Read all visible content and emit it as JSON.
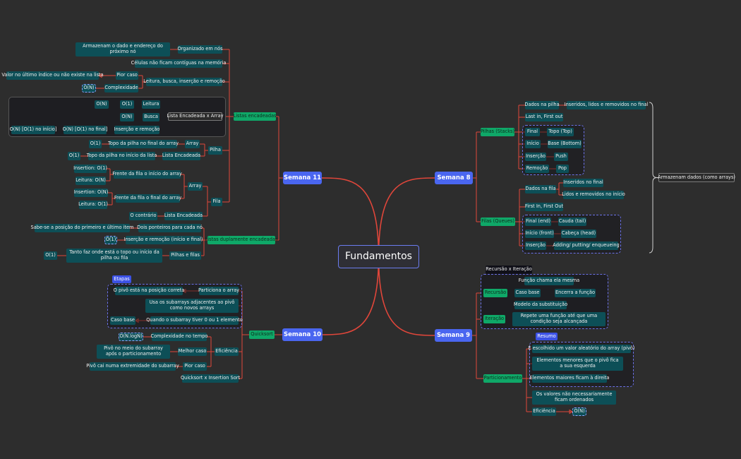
{
  "root": "Fundamentos",
  "s11": {
    "label": "Semana 11",
    "listas": "Listas encadeadas",
    "organizado": "Organizado em nós",
    "armazenam_dado": "Armazenam o dado e endereço do próximo nó",
    "celulas": "Células não ficam contíguas na memória",
    "leitura_busca": "Leitura, busca, inserção e remoção",
    "pior_caso": "Pior caso",
    "valor_ultimo": "Valor no último índice ou não existe na lista",
    "complexidade": "Complexidade",
    "on": "O(N)",
    "lista_vs_array": "Lista Encadeada x Array",
    "leitura": "Leitura",
    "busca": "Busca",
    "insercao_remocao": "Inserção e remoção",
    "o1": "O(1)",
    "on_busca": "O(N)",
    "on_l": "O(N)",
    "on_o1_inicio": "O(N) [O(1) no início]",
    "on_o1_final": "O(N) [O(1) no final]",
    "pilha": "Pilha",
    "array_p": "Array",
    "topo_final": "Topo da pilha no final do array",
    "o1_p1": "O(1)",
    "lista_enc_p": "Lista Encadeada",
    "topo_inicio": "Topo da pilha no início da lista",
    "o1_p2": "O(1)",
    "fila": "Fila",
    "array_f": "Array",
    "frente_inicio": "Frente da fila o início do array",
    "ins_o1": "Insertion: O(1)",
    "leit_on": "Leitura: O(N)",
    "frente_final": "Frente da fila o final do array",
    "ins_on": "Insertion: O(N)",
    "leit_o1": "Leitura: O(1)",
    "lista_enc_f": "Lista Encadeada",
    "o_contrario": "O contrário",
    "duplamente": "Listas duplamente encadeadas",
    "dois_ponteiros": "Dois ponteiros para cada nó",
    "sabe_se": "Sabe-se a posição do primeiro e último item",
    "ins_rem_ini_fin": "Inserção e remoção (início e final)",
    "o1_d": "O(1)",
    "pilhas_filas": "Pilhas e filas",
    "tanto_faz": "Tanto faz onde está o topo ou início da pilha ou fila",
    "o1_d2": "O(1)"
  },
  "s10": {
    "label": "Semana 10",
    "quicksort": "Quicksort",
    "etapas": "Etapas",
    "particiona": "Particiona o array",
    "pivo_pos": "O pivô está na posição correta",
    "usa_subarrays": "Usa os subarrays adjacentes ao pivô como novos arrays",
    "quando_subarray": "Quando o subarray tiver 0 ou 1 elemento",
    "caso_base": "Caso base",
    "eficiencia": "Eficiência",
    "complex_tempo": "Complexidade no tempo",
    "onlogn": "O(N.logN)",
    "melhor_caso": "Melhor caso",
    "pivo_meio": "Pivô no meio do subarray após o particionamento",
    "pior_caso": "Pior caso",
    "pivo_extremidade": "Pivô cai numa extremidade do subarray",
    "qs_vs_is": "Quicksort x Insertion Sort"
  },
  "s8": {
    "label": "Semana 8",
    "pilhas": "Pilhas (Stacks)",
    "dados_pilha": "Dados na pilha",
    "inseridos_lidos": "Inseridos, lidos e removidos no final",
    "lifo": "Last in, First out",
    "final": "Final",
    "topo_top": "Topo (Top)",
    "inicio": "Início",
    "base_bottom": "Base (Bottom)",
    "insercao": "Inserção",
    "push": "Push",
    "remocao": "Remoção",
    "pop": "Pop",
    "filas": "Filas (Queues)",
    "dados_fila": "Dados na fila",
    "inseridos_final": "Inseridos no final",
    "lidos_removidos": "Lidos e removidos no início",
    "fifo": "First In, First Out",
    "final_end": "Final (end)",
    "cauda": "Cauda (tail)",
    "inicio_front": "Início (front)",
    "cabeca": "Cabeça (head)",
    "insercao_f": "Inserção",
    "adding": "Adding/ putting/ enqueueing",
    "armazenam_dados": "Armazenam dados (como arrays)"
  },
  "s9": {
    "label": "Semana 9",
    "recursao_iteracao": "Recursão x Iteração",
    "recursao": "Recursão",
    "funcao_chama": "Função chama ela mesma",
    "caso_base": "Caso base",
    "encerra": "Encerra a função",
    "modelo_subst": "Modelo da substituição",
    "iteracao": "Iteração",
    "repete": "Repete uma função até que uma condição seja alcançada",
    "resumo": "Resumo",
    "particionamento": "Particionamento",
    "escolhido": "É escolhido um valor aleatório do array (pivô)",
    "menores": "Elementos menores que o pivô fica a sua esquerda",
    "maiores": "Elementos maiores ficam à direita",
    "nao_ordenados": "Os valores não necessariamente ficam ordenados",
    "eficiencia": "Eficiência",
    "on": "O(N)"
  },
  "colors": {
    "background": "#2d2d2d",
    "node_dark": "#0d4f57",
    "node_green": "#0fa868",
    "topic_blue": "#4a66f0",
    "link_red": "#e0463a",
    "link_gray": "#d0d0d0"
  }
}
